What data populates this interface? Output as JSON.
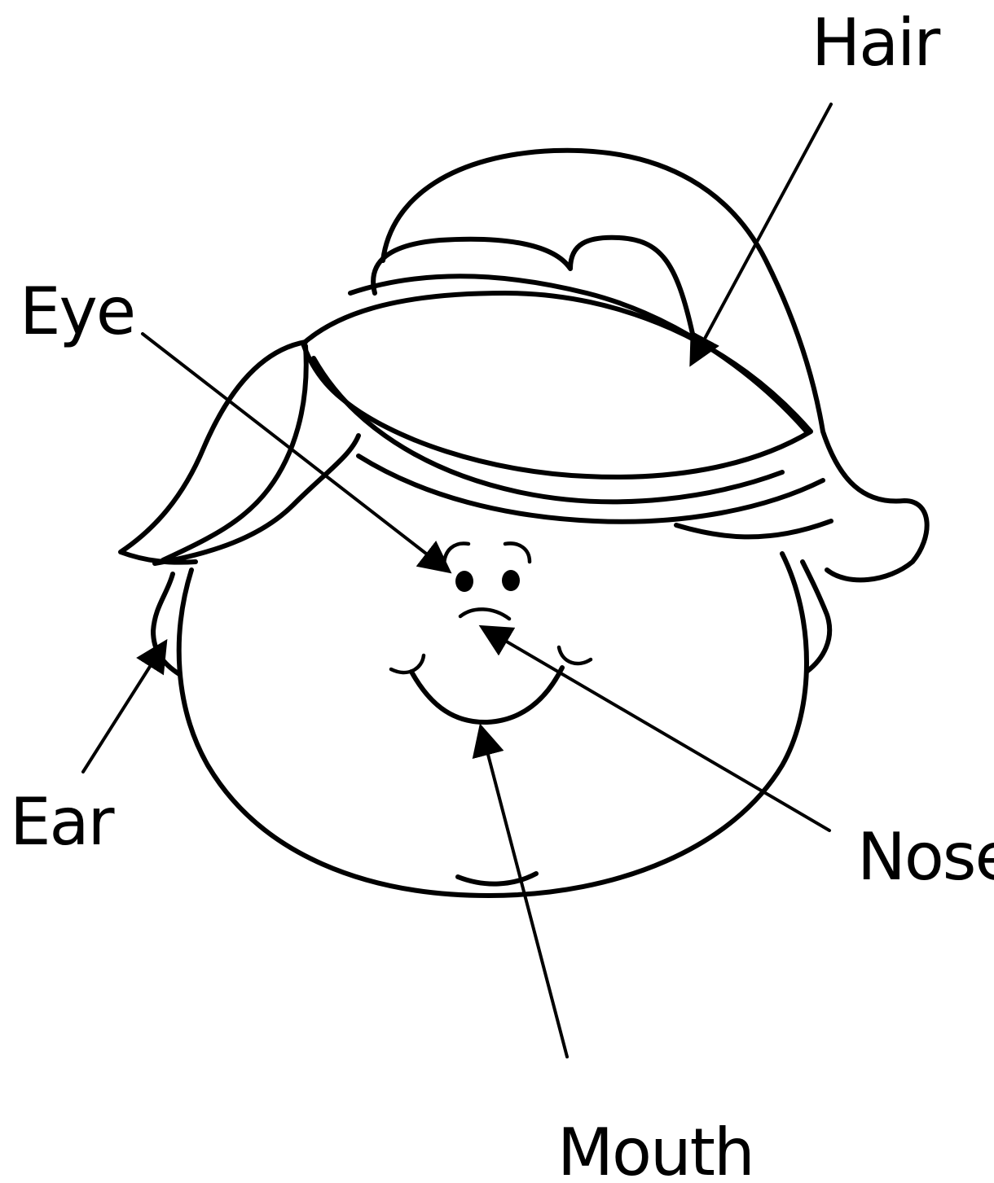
{
  "labels": {
    "hair": "Hair",
    "eye": "Eye",
    "ear": "Ear",
    "nose": "Nose",
    "mouth": "Mouth"
  },
  "colors": {
    "line": "#000000",
    "background": "#ffffff"
  }
}
